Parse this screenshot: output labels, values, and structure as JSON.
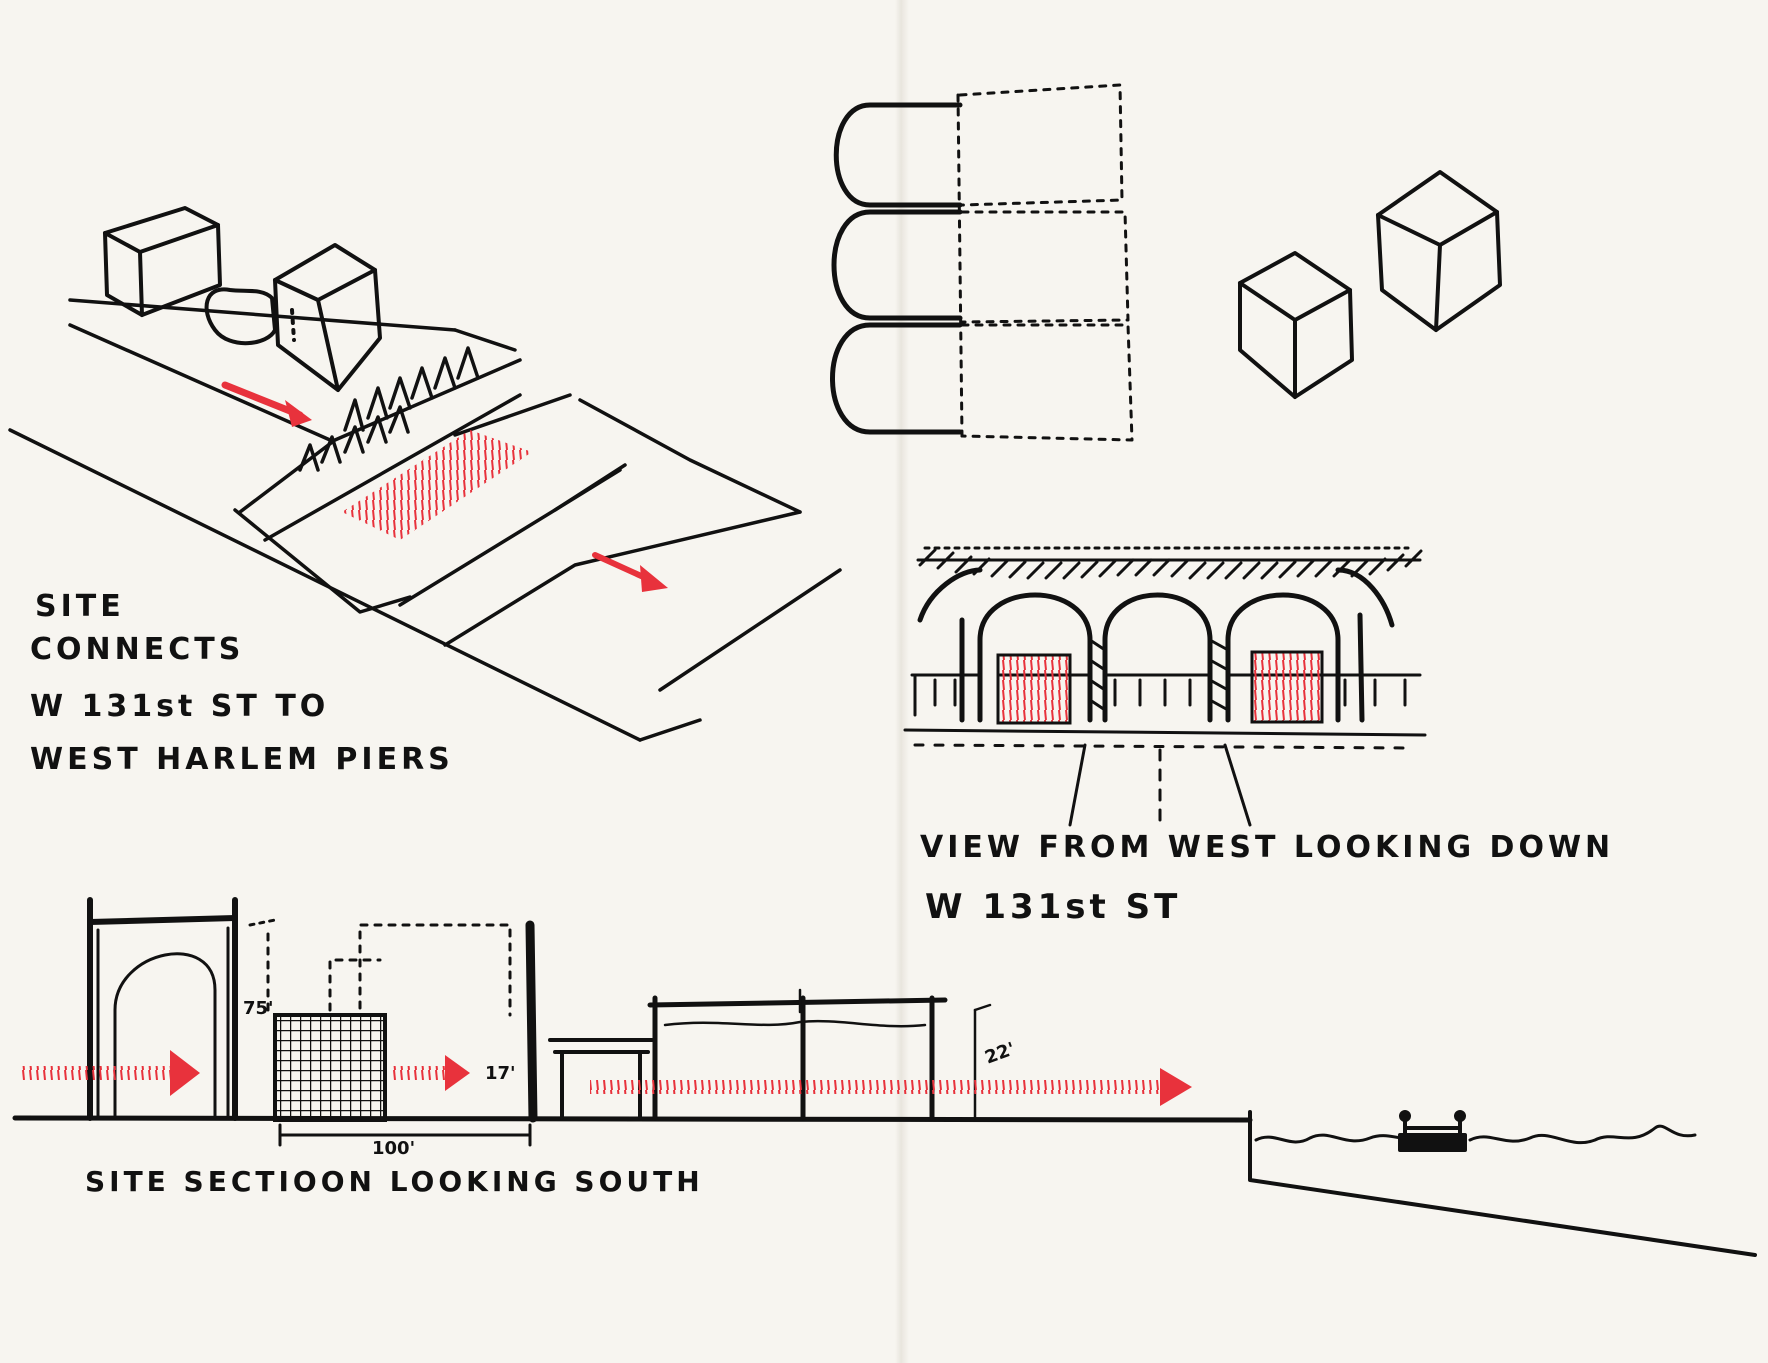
{
  "sketchbook": {
    "site_connects": {
      "line1": "SITE",
      "line2": "CONNECTS",
      "line3": "W 131st ST   TO",
      "line4": "WEST HARLEM PIERS"
    },
    "view_caption": {
      "line1": "VIEW FROM WEST LOOKING DOWN",
      "line2": "W 131st ST"
    },
    "section_caption": "SITE SECTIOON LOOKING SOUTH",
    "dimensions": {
      "height_a": "75'",
      "height_b": "17'",
      "height_c": "22'",
      "width": "100'"
    }
  },
  "colors": {
    "ink": "#111111",
    "marker_red": "#e8323c",
    "paper": "#f7f5f0"
  }
}
